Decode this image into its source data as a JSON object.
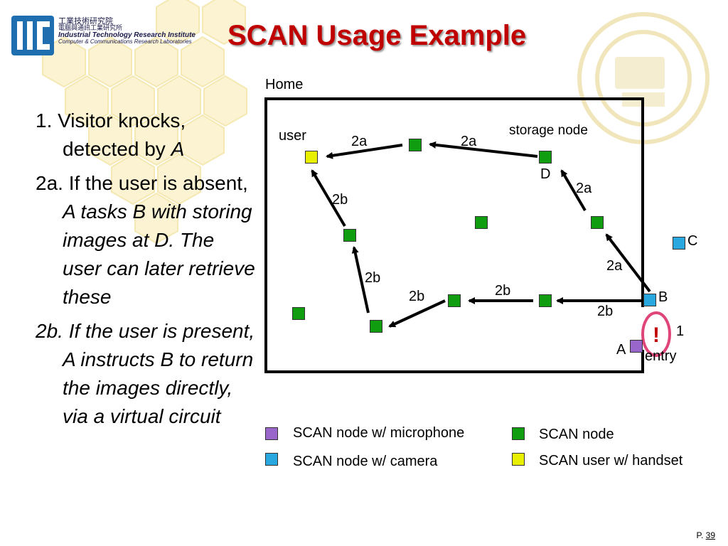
{
  "header": {
    "logo_line1": "工業技術研究院",
    "logo_line2": "電腦與通訊工業研究所",
    "logo_line3": "Industrial Technology Research Institute",
    "logo_line4": "Computer & Communications Research Laboratories",
    "title": "SCAN Usage Example"
  },
  "bullets": {
    "b1_text": "1. Visitor knocks, detected by ",
    "b1_em": "A",
    "b2_text": "2a. If the user is absent, ",
    "b2_em": "A tasks B with storing images at D. The user can later retrieve these",
    "b3_em": "2b. If the user is present, A instructs B to return the images directly, via a virtual circuit"
  },
  "diagram": {
    "home_label": "Home",
    "user_label": "user",
    "storage_label": "storage node",
    "node_D": "D",
    "node_C": "C",
    "node_B": "B",
    "node_A": "A",
    "num_1": "1",
    "entry": "entry",
    "alert": "!",
    "edge_labels": [
      "2a",
      "2a",
      "2a",
      "2a",
      "2b",
      "2b",
      "2b",
      "2b",
      "2b"
    ]
  },
  "legend": {
    "microphone": "SCAN node w/ microphone",
    "camera": "SCAN node w/ camera",
    "node": "SCAN node",
    "user": "SCAN user w/ handset"
  },
  "colors": {
    "title": "#c00000",
    "green_node": "#109e10",
    "blue_node": "#29a8e0",
    "purple_node": "#9966cc",
    "yellow_user": "#e8f000",
    "alert_ring": "#e0457a"
  },
  "footer": {
    "prefix": "P. ",
    "page": "39"
  }
}
